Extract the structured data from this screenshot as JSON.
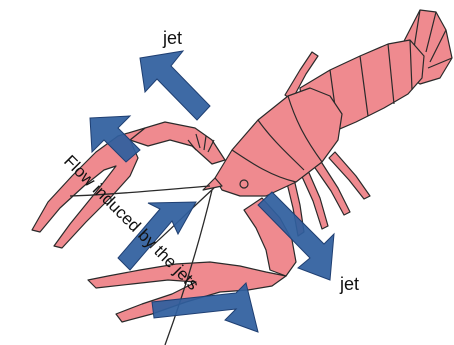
{
  "labels": {
    "jet_top": "jet",
    "jet_right": "jet",
    "flow": "Flow induced by the jets"
  },
  "colors": {
    "body_fill": "#ef8a8f",
    "body_stroke": "#2a2a2a",
    "arrow_fill": "#2f5f9e",
    "arrow_stroke": "#1f3f72",
    "background": "#ffffff"
  }
}
